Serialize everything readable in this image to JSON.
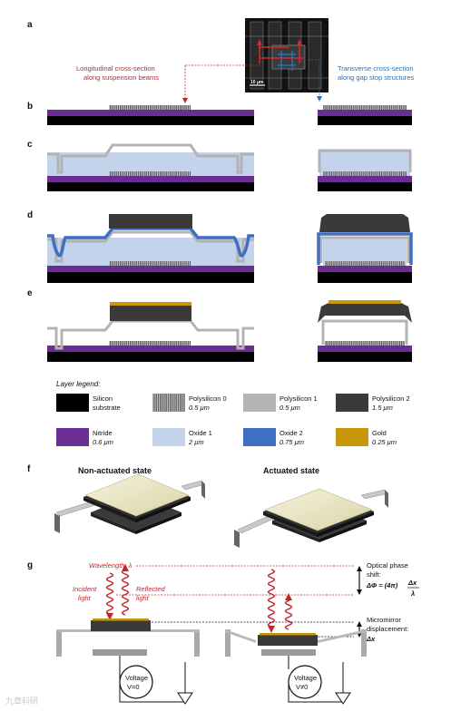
{
  "panels": {
    "a": "a",
    "b": "b",
    "c": "c",
    "d": "d",
    "e": "e",
    "f": "f",
    "g": "g"
  },
  "panel_a": {
    "longitudinal_line1": "Longitudinal cross-section",
    "longitudinal_line2": "along suspension beams",
    "transverse_line1": "Transverse cross-section",
    "transverse_line2": "along gap stop structures",
    "scale_bar": "10 μm"
  },
  "legend": {
    "title": "Layer legend:",
    "items": [
      {
        "name": "Silicon",
        "detail": "substrate",
        "color": "#000000"
      },
      {
        "name": "Polysilicon 0",
        "detail": "0.5 μm",
        "color": "#777777"
      },
      {
        "name": "Polysilicon 1",
        "detail": "0.5 μm",
        "color": "#b3b3b3"
      },
      {
        "name": "Polysilicon 2",
        "detail": "1.5 μm",
        "color": "#3a3a3a"
      },
      {
        "name": "Nitride",
        "detail": "0.6 μm",
        "color": "#6a2d91"
      },
      {
        "name": "Oxide 1",
        "detail": "2 μm",
        "color": "#c3d3ec"
      },
      {
        "name": "Oxide 2",
        "detail": "0.75 μm",
        "color": "#3f6fc2"
      },
      {
        "name": "Gold",
        "detail": "0.25 μm",
        "color": "#c9970a"
      }
    ]
  },
  "panel_f": {
    "left_title": "Non-actuated state",
    "right_title": "Actuated state"
  },
  "panel_g": {
    "wavelength": "Wavelength: λ",
    "incident_1": "Incident",
    "incident_2": "light",
    "reflected_1": "Reflected",
    "reflected_2": "light",
    "optical_1": "Optical phase",
    "optical_2": "shift:",
    "phase_eq": "ΔΦ = (4π)",
    "frac_num": "Δx",
    "frac_den": "λ",
    "micro_1": "Micromirror",
    "micro_2": "displacement:",
    "delta_x": "Δx",
    "voltage_label": "Voltage",
    "v_left": "V=0",
    "v_right": "V≠0"
  },
  "watermark": "九章科研",
  "colors": {
    "accent_red": "#c0272d",
    "accent_blue": "#2a6fb0",
    "gold": "#c9970a",
    "mirror_face": "#eeebcf"
  }
}
